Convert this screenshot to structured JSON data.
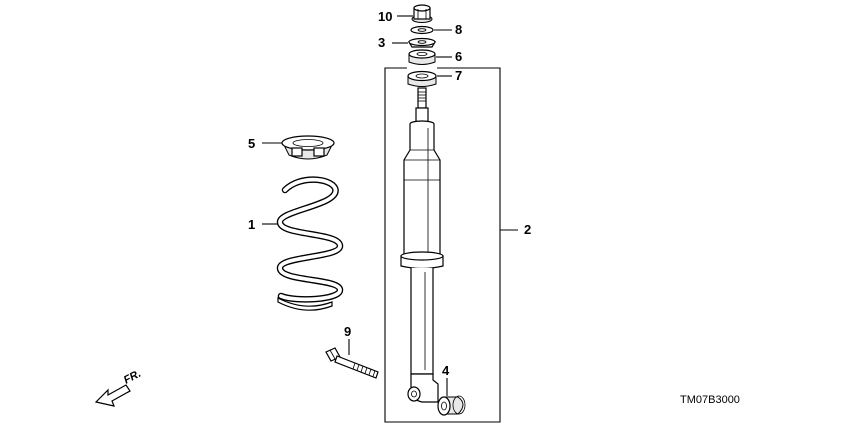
{
  "diagram": {
    "code": "TM07B3000",
    "direction_label": "FR."
  },
  "parts": [
    {
      "callout": "1"
    },
    {
      "callout": "2"
    },
    {
      "callout": "3"
    },
    {
      "callout": "4"
    },
    {
      "callout": "5"
    },
    {
      "callout": "6"
    },
    {
      "callout": "7"
    },
    {
      "callout": "8"
    },
    {
      "callout": "9"
    },
    {
      "callout": "10"
    }
  ]
}
